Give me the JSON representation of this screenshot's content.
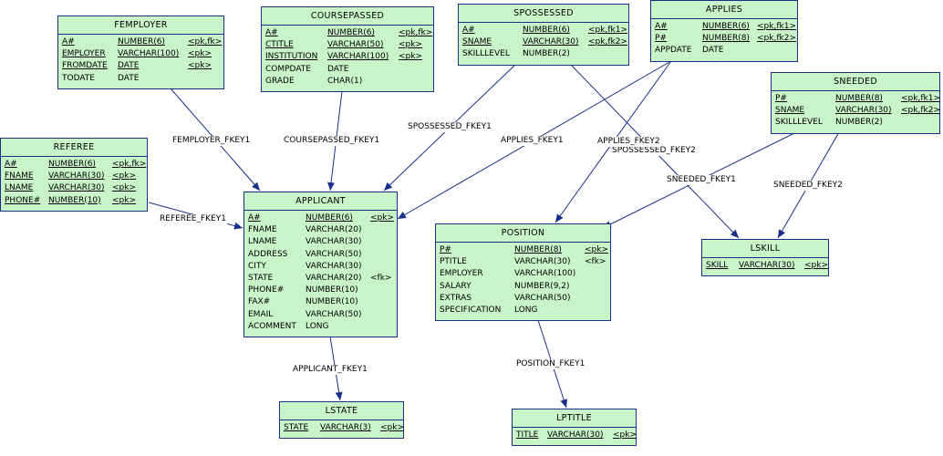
{
  "tables": [
    {
      "id": "FEMPLOYER",
      "title": "FEMPLOYER",
      "cols": [
        "A#",
        "NUMBER(6)",
        "<pk,fk>",
        "EMPLOYER",
        "VARCHAR(100)",
        "<pk>",
        "FROMDATE",
        "DATE",
        "<pk>",
        "TODATE",
        "DATE",
        ""
      ],
      "keys": [
        true,
        true,
        true,
        false
      ]
    },
    {
      "id": "COURSEPASSED",
      "title": "COURSEPASSED",
      "cols": [
        "A#",
        "NUMBER(6)",
        "<pk,fk>",
        "CTITLE",
        "VARCHAR(50)",
        "<pk>",
        "INSTITUTION",
        "VARCHAR(100)",
        "<pk>",
        "COMPDATE",
        "DATE",
        "",
        "GRADE",
        "CHAR(1)",
        ""
      ],
      "keys": [
        true,
        true,
        true,
        false,
        false
      ]
    },
    {
      "id": "SPOSSESSED",
      "title": "SPOSSESSED",
      "cols": [
        "A#",
        "NUMBER(6)",
        "<pk,fk1>",
        "SNAME",
        "VARCHAR(30)",
        "<pk,fk2>",
        "SKILLLEVEL",
        "NUMBER(2)",
        ""
      ],
      "keys": [
        true,
        true,
        false
      ]
    },
    {
      "id": "APPLIES",
      "title": "APPLIES",
      "cols": [
        "A#",
        "NUMBER(6)",
        "<pk,fk1>",
        "P#",
        "NUMBER(8)",
        "<pk,fk2>",
        "APPDATE",
        "DATE",
        ""
      ],
      "keys": [
        true,
        true,
        false
      ]
    },
    {
      "id": "SNEEDED",
      "title": "SNEEDED",
      "cols": [
        "P#",
        "NUMBER(8)",
        "<pk,fk1>",
        "SNAME",
        "VARCHAR(30)",
        "<pk,fk2>",
        "SKILLLEVEL",
        "NUMBER(2)",
        ""
      ],
      "keys": [
        true,
        true,
        false
      ]
    },
    {
      "id": "REFEREE",
      "title": "REFEREE",
      "cols": [
        "A#",
        "NUMBER(6)",
        "<pk,fk>",
        "FNAME",
        "VARCHAR(30)",
        "<pk>",
        "LNAME",
        "VARCHAR(30)",
        "<pk>",
        "PHONE#",
        "NUMBER(10)",
        "<pk>"
      ],
      "keys": [
        true,
        true,
        true,
        true
      ]
    },
    {
      "id": "APPLICANT",
      "title": "APPLICANT",
      "cols": [
        "A#",
        "NUMBER(6)",
        "<pk>",
        "FNAME",
        "VARCHAR(20)",
        "",
        "LNAME",
        "VARCHAR(30)",
        "",
        "ADDRESS",
        "VARCHAR(50)",
        "",
        "CITY",
        "VARCHAR(30)",
        "",
        "STATE",
        "VARCHAR(20)",
        "<fk>",
        "PHONE#",
        "NUMBER(10)",
        "",
        "FAX#",
        "NUMBER(10)",
        "",
        "EMAIL",
        "VARCHAR(50)",
        "",
        "ACOMMENT",
        "LONG",
        ""
      ],
      "keys": [
        true,
        false,
        false,
        false,
        false,
        false,
        false,
        false,
        false,
        false
      ]
    },
    {
      "id": "POSITION",
      "title": "POSITION",
      "cols": [
        "P#",
        "NUMBER(8)",
        "<pk>",
        "PTITLE",
        "VARCHAR(30)",
        "<fk>",
        "EMPLOYER",
        "VARCHAR(100)",
        "",
        "SALARY",
        "NUMBER(9,2)",
        "",
        "EXTRAS",
        "VARCHAR(50)",
        "",
        "SPECIFICATION",
        "LONG",
        ""
      ],
      "keys": [
        true,
        false,
        false,
        false,
        false,
        false
      ]
    },
    {
      "id": "LSKILL",
      "title": "LSKILL",
      "cols": [
        "SKILL",
        "VARCHAR(30)",
        "<pk>"
      ],
      "keys": [
        true
      ]
    },
    {
      "id": "LSTATE",
      "title": "LSTATE",
      "cols": [
        "STATE",
        "VARCHAR(3)",
        "<pk>"
      ],
      "keys": [
        true
      ]
    },
    {
      "id": "LPTITLE",
      "title": "LPTITLE",
      "cols": [
        "TITLE",
        "VARCHAR(30)",
        "<pk>"
      ],
      "keys": [
        true
      ]
    }
  ],
  "relationships": [
    {
      "id": "FEMPLOYER_FKEY1",
      "label": "FEMPLOYER_FKEY1",
      "from": "FEMPLOYER",
      "to": "APPLICANT"
    },
    {
      "id": "COURSEPASSED_FKEY1",
      "label": "COURSEPASSED_FKEY1",
      "from": "COURSEPASSED",
      "to": "APPLICANT"
    },
    {
      "id": "SPOSSESSED_FKEY1",
      "label": "SPOSSESSED_FKEY1",
      "from": "SPOSSESSED",
      "to": "APPLICANT"
    },
    {
      "id": "SPOSSESSED_FKEY2",
      "label": "SPOSSESSED_FKEY2",
      "from": "SPOSSESSED",
      "to": "LSKILL"
    },
    {
      "id": "APPLIES_FKEY1",
      "label": "APPLIES_FKEY1",
      "from": "APPLIES",
      "to": "APPLICANT"
    },
    {
      "id": "APPLIES_FKEY2",
      "label": "APPLIES_FKEY2",
      "from": "APPLIES",
      "to": "POSITION"
    },
    {
      "id": "SNEEDED_FKEY1",
      "label": "SNEEDED_FKEY1",
      "from": "SNEEDED",
      "to": "POSITION"
    },
    {
      "id": "SNEEDED_FKEY2",
      "label": "SNEEDED_FKEY2",
      "from": "SNEEDED",
      "to": "LSKILL"
    },
    {
      "id": "REFEREE_FKEY1",
      "label": "REFEREE_FKEY1",
      "from": "REFEREE",
      "to": "APPLICANT"
    },
    {
      "id": "APPLICANT_FKEY1",
      "label": "APPLICANT_FKEY1",
      "from": "APPLICANT",
      "to": "LSTATE"
    },
    {
      "id": "POSITION_FKEY1",
      "label": "POSITION_FKEY1",
      "from": "POSITION",
      "to": "LPTITLE"
    }
  ],
  "colors": {
    "table_fill": "#c8f4c8",
    "line": "#1a2f8a"
  }
}
